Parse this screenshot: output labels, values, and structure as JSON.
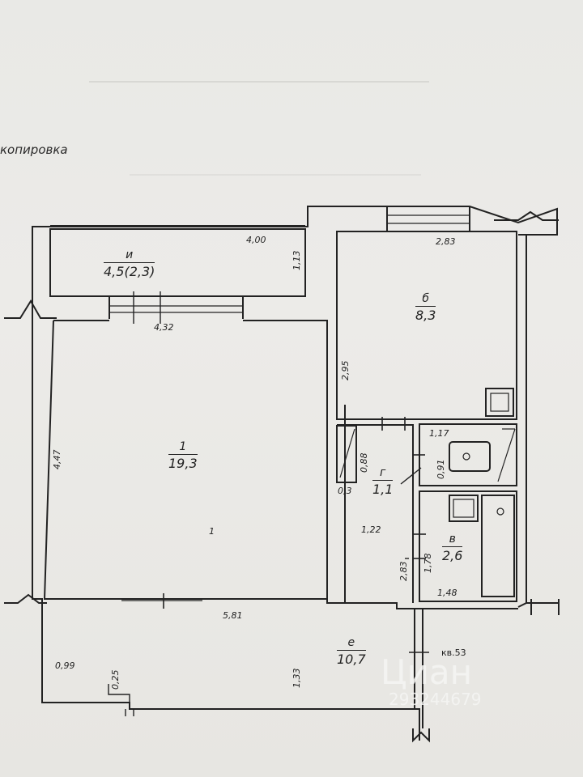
{
  "caption": "копировка",
  "rooms": {
    "loggia": {
      "name": "и",
      "area": "4,5(2,3)"
    },
    "living": {
      "name": "1",
      "area": "19,3"
    },
    "bedroom": {
      "name": "б",
      "area": "8,3"
    },
    "corridor": {
      "name": "г",
      "area": "1,1"
    },
    "bathroom": {
      "name": "в",
      "area": "2,6"
    },
    "hall": {
      "name": "е",
      "area": "10,7"
    }
  },
  "dimensions": {
    "loggia_width": "4,00",
    "loggia_depth": "1,13",
    "living_top": "4,32",
    "living_side": "4,47",
    "living_bottom": "5,81",
    "bedroom_width": "2,83",
    "bedroom_depth": "2,95",
    "wc_width": "1,17",
    "wc_depth": "0,91",
    "closet_depth": "0,88",
    "closet_width": "0,3",
    "corridor_width": "1,22",
    "corridor_length": "2,83",
    "bath_depth": "1,78",
    "bath_width": "1,48",
    "hall_left": "0,99",
    "hall_step": "0,25",
    "hall_depth": "1,33"
  },
  "marker": "1",
  "apartment": "кв.53",
  "watermark": {
    "brand": "Циан",
    "id": "293244679"
  }
}
